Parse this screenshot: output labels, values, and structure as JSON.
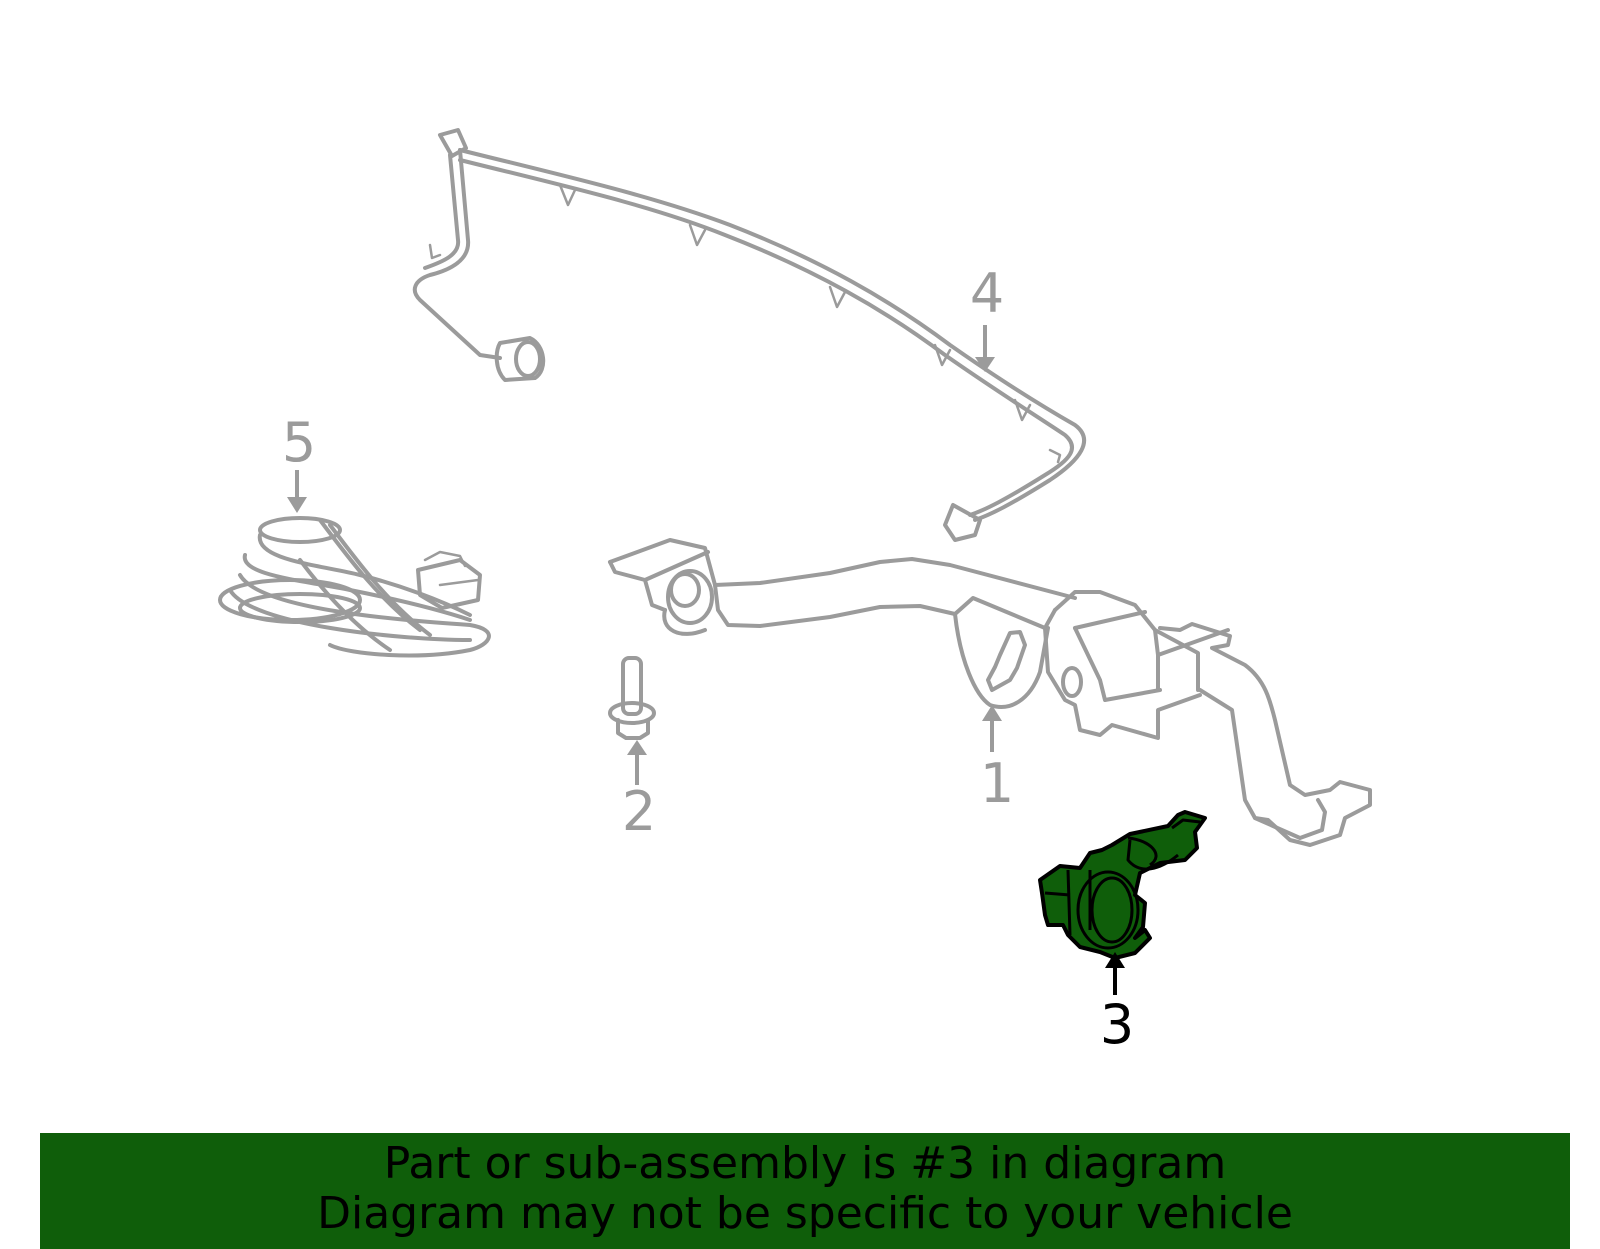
{
  "diagram": {
    "callouts": [
      {
        "id": "1",
        "label": "1",
        "highlighted": false
      },
      {
        "id": "2",
        "label": "2",
        "highlighted": false
      },
      {
        "id": "3",
        "label": "3",
        "highlighted": true
      },
      {
        "id": "4",
        "label": "4",
        "highlighted": false
      },
      {
        "id": "5",
        "label": "5",
        "highlighted": false
      }
    ]
  },
  "footer": {
    "line1": "Part or sub-assembly is #3 in diagram",
    "line2": "Diagram may not be specific to your vehicle"
  },
  "colors": {
    "highlight": "#0f5e0a",
    "part_stroke": "#9b9b9b",
    "background": "#ffffff"
  }
}
